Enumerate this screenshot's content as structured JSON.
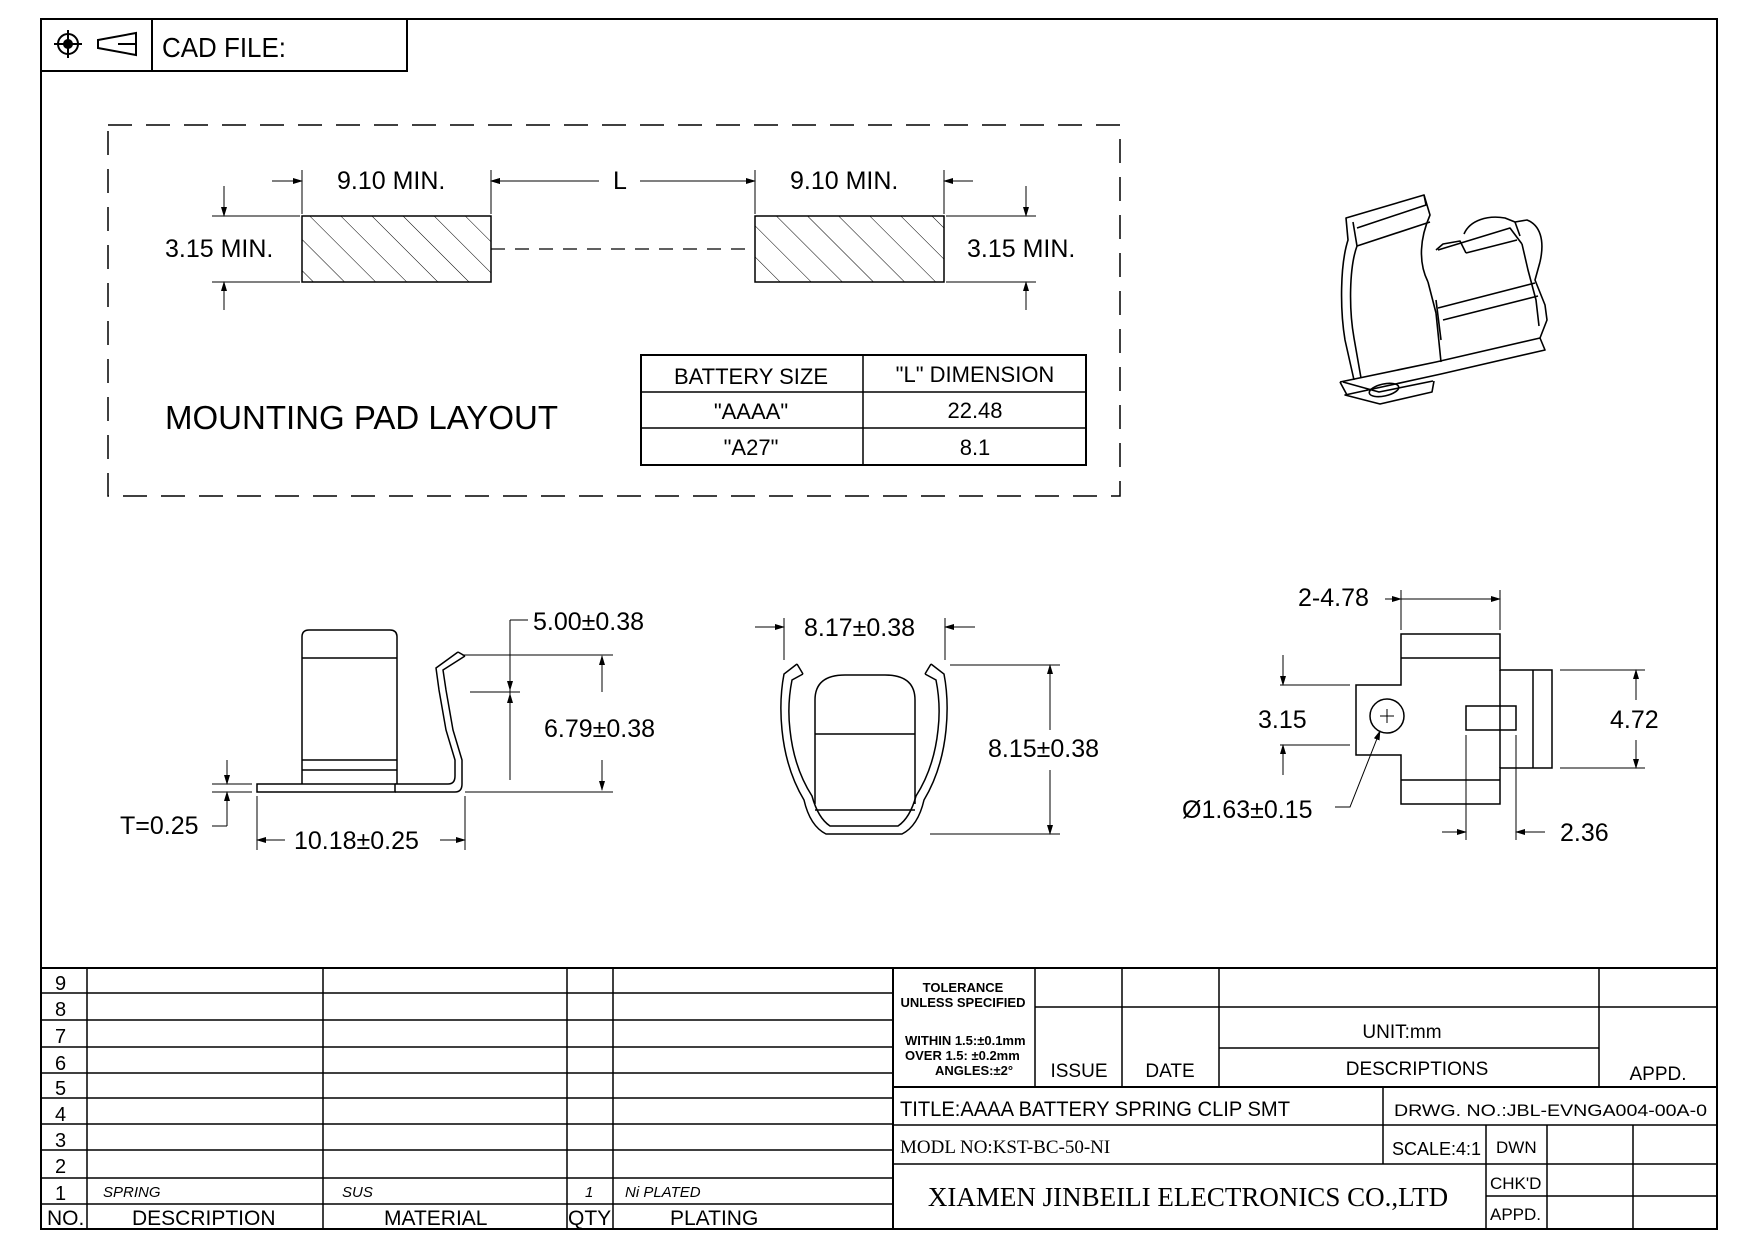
{
  "header": {
    "cad_file_label": "CAD FILE:",
    "projection_symbol": "first-angle-projection-icon",
    "target_symbol": "crosshair-target-icon"
  },
  "pad_layout": {
    "title": "MOUNTING PAD LAYOUT",
    "pad_width_left": "9.10 MIN.",
    "pad_width_right": "9.10 MIN.",
    "spacing_label": "L",
    "pad_height_left": "3.15 MIN.",
    "pad_height_right": "3.15 MIN.",
    "table": {
      "headers": [
        "BATTERY SIZE",
        "\"L\" DIMENSION"
      ],
      "rows": [
        [
          "\"AAAA\"",
          "22.48"
        ],
        [
          "\"A27\"",
          "8.1"
        ]
      ]
    }
  },
  "side_view": {
    "top_offset": "5.00±0.38",
    "height": "6.79±0.38",
    "thickness": "T=0.25",
    "length": "10.18±0.25"
  },
  "front_view": {
    "width": "8.17±0.38",
    "height": "8.15±0.38"
  },
  "top_view": {
    "tab_width": "2-4.78",
    "slot_height": "3.15",
    "overall_height": "4.72",
    "hole_diameter": "Ø1.63±0.15",
    "slot_width": "2.36"
  },
  "bom": {
    "row_numbers": [
      "9",
      "8",
      "7",
      "6",
      "5",
      "4",
      "3",
      "2",
      "1"
    ],
    "item": {
      "description": "SPRING",
      "material": "SUS",
      "qty": "1",
      "plating": "Ni PLATED"
    },
    "headers": {
      "no": "NO.",
      "description": "DESCRIPTION",
      "material": "MATERIAL",
      "qty": "QTY",
      "plating": "PLATING"
    }
  },
  "title_block": {
    "tolerance_heading_1": "TOLERANCE",
    "tolerance_heading_2": "UNLESS SPECIFIED",
    "tolerance_1": "WITHIN 1.5:±0.1mm",
    "tolerance_2": "OVER 1.5: ±0.2mm",
    "tolerance_3": "ANGLES:±2°",
    "unit": "UNIT:mm",
    "issue_label": "ISSUE",
    "date_label": "DATE",
    "descriptions_label": "DESCRIPTIONS",
    "appd_label": "APPD.",
    "title": "TITLE:AAAA BATTERY SPRING CLIP SMT",
    "drawing_no": "DRWG. NO.:JBL-EVNGA004-00A-0",
    "model_no": "MODL NO:KST-BC-50-NI",
    "scale": "SCALE:4:1",
    "dwn_label": "DWN",
    "chkd_label": "CHK'D",
    "appd2_label": "APPD.",
    "company": "XIAMEN JINBEILI ELECTRONICS CO.,LTD"
  }
}
